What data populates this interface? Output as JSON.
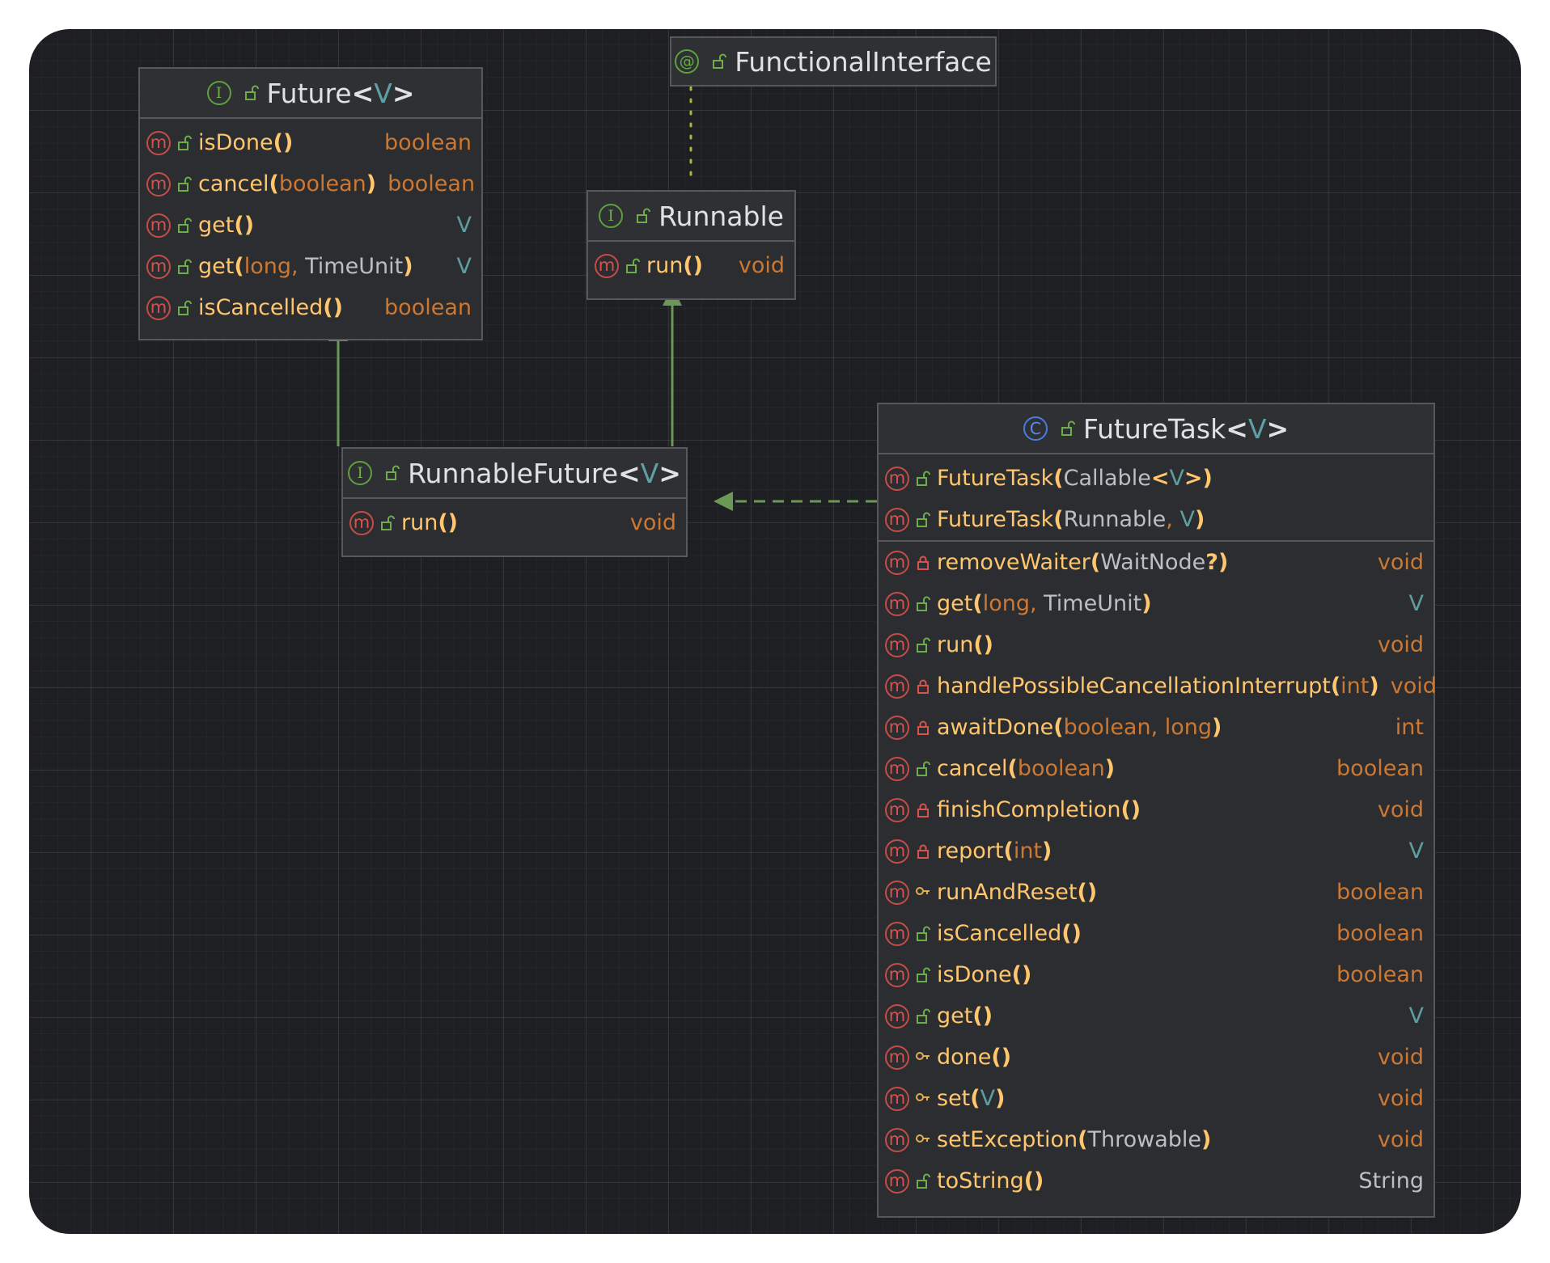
{
  "colors": {
    "background": "#1e1f22",
    "node_fill": "#2b2d30",
    "node_border": "#56585c",
    "method_name": "#ffc66d",
    "keyword": "#cc7832",
    "type_param": "#5f9ea0",
    "class_type": "#bcbec4",
    "edge": "#6a9955",
    "method_icon": "#c64c48"
  },
  "nodes": {
    "functional_interface": {
      "icon": "annotation-icon",
      "title": [
        {
          "t": "FunctionalInterface",
          "c": "plain"
        }
      ],
      "methods": []
    },
    "future": {
      "icon": "interface-icon",
      "title": [
        {
          "t": "Future",
          "c": "plain"
        },
        {
          "t": "<",
          "c": "ang"
        },
        {
          "t": "V",
          "c": "tp"
        },
        {
          "t": ">",
          "c": "ang"
        }
      ],
      "methods": [
        {
          "vis": "public",
          "name": "isDone",
          "params": [],
          "ret": "boolean",
          "ret_kind": "kw"
        },
        {
          "vis": "public",
          "name": "cancel",
          "params": [
            {
              "t": "boolean",
              "k": "kw"
            }
          ],
          "ret": "boolean",
          "ret_kind": "kw"
        },
        {
          "vis": "public",
          "name": "get",
          "params": [],
          "ret": "V",
          "ret_kind": "tp"
        },
        {
          "vis": "public",
          "name": "get",
          "params": [
            {
              "t": "long",
              "k": "kw"
            },
            {
              "t": ", ",
              "k": "punct"
            },
            {
              "t": "TimeUnit",
              "k": "cls"
            }
          ],
          "ret": "V",
          "ret_kind": "tp"
        },
        {
          "vis": "public",
          "name": "isCancelled",
          "params": [],
          "ret": "boolean",
          "ret_kind": "kw"
        }
      ]
    },
    "runnable": {
      "icon": "interface-icon",
      "title": [
        {
          "t": "Runnable",
          "c": "plain"
        }
      ],
      "methods": [
        {
          "vis": "public",
          "name": "run",
          "params": [],
          "ret": "void",
          "ret_kind": "kw"
        }
      ]
    },
    "runnable_future": {
      "icon": "interface-icon",
      "title": [
        {
          "t": "RunnableFuture",
          "c": "plain"
        },
        {
          "t": "<",
          "c": "ang"
        },
        {
          "t": "V",
          "c": "tp"
        },
        {
          "t": ">",
          "c": "ang"
        }
      ],
      "methods": [
        {
          "vis": "public",
          "name": "run",
          "params": [],
          "ret": "void",
          "ret_kind": "kw"
        }
      ]
    },
    "future_task": {
      "icon": "class-icon",
      "title": [
        {
          "t": "FutureTask",
          "c": "plain"
        },
        {
          "t": "<",
          "c": "ang"
        },
        {
          "t": "V",
          "c": "tp"
        },
        {
          "t": ">",
          "c": "ang"
        }
      ],
      "constructors": [
        {
          "vis": "public",
          "name": "FutureTask",
          "params": [
            {
              "t": "Callable",
              "k": "cls"
            },
            {
              "t": "<",
              "k": "ang"
            },
            {
              "t": "V",
              "k": "tp"
            },
            {
              "t": ">",
              "k": "ang"
            }
          ],
          "ret": "",
          "ret_kind": "kw"
        },
        {
          "vis": "public",
          "name": "FutureTask",
          "params": [
            {
              "t": "Runnable",
              "k": "cls"
            },
            {
              "t": ", ",
              "k": "punct"
            },
            {
              "t": "V",
              "k": "tp"
            }
          ],
          "ret": "",
          "ret_kind": "kw"
        }
      ],
      "methods": [
        {
          "vis": "private",
          "name": "removeWaiter",
          "params": [
            {
              "t": "WaitNode",
              "k": "cls"
            },
            {
              "t": "?",
              "k": "ang"
            }
          ],
          "ret": "void",
          "ret_kind": "kw"
        },
        {
          "vis": "public",
          "name": "get",
          "params": [
            {
              "t": "long",
              "k": "kw"
            },
            {
              "t": ", ",
              "k": "punct"
            },
            {
              "t": "TimeUnit",
              "k": "cls"
            }
          ],
          "ret": "V",
          "ret_kind": "tp"
        },
        {
          "vis": "public",
          "name": "run",
          "params": [],
          "ret": "void",
          "ret_kind": "kw"
        },
        {
          "vis": "private",
          "name": "handlePossibleCancellationInterrupt",
          "params": [
            {
              "t": "int",
              "k": "kw"
            }
          ],
          "ret": "void",
          "ret_kind": "kw"
        },
        {
          "vis": "private",
          "name": "awaitDone",
          "params": [
            {
              "t": "boolean",
              "k": "kw"
            },
            {
              "t": ", ",
              "k": "punct"
            },
            {
              "t": "long",
              "k": "kw"
            }
          ],
          "ret": "int",
          "ret_kind": "kw"
        },
        {
          "vis": "public",
          "name": "cancel",
          "params": [
            {
              "t": "boolean",
              "k": "kw"
            }
          ],
          "ret": "boolean",
          "ret_kind": "kw"
        },
        {
          "vis": "private",
          "name": "finishCompletion",
          "params": [],
          "ret": "void",
          "ret_kind": "kw"
        },
        {
          "vis": "private",
          "name": "report",
          "params": [
            {
              "t": "int",
              "k": "kw"
            }
          ],
          "ret": "V",
          "ret_kind": "tp"
        },
        {
          "vis": "protected",
          "name": "runAndReset",
          "params": [],
          "ret": "boolean",
          "ret_kind": "kw"
        },
        {
          "vis": "public",
          "name": "isCancelled",
          "params": [],
          "ret": "boolean",
          "ret_kind": "kw"
        },
        {
          "vis": "public",
          "name": "isDone",
          "params": [],
          "ret": "boolean",
          "ret_kind": "kw"
        },
        {
          "vis": "public",
          "name": "get",
          "params": [],
          "ret": "V",
          "ret_kind": "tp"
        },
        {
          "vis": "protected",
          "name": "done",
          "params": [],
          "ret": "void",
          "ret_kind": "kw"
        },
        {
          "vis": "protected",
          "name": "set",
          "params": [
            {
              "t": "V",
              "k": "tp"
            }
          ],
          "ret": "void",
          "ret_kind": "kw"
        },
        {
          "vis": "protected",
          "name": "setException",
          "params": [
            {
              "t": "Throwable",
              "k": "cls"
            }
          ],
          "ret": "void",
          "ret_kind": "kw"
        },
        {
          "vis": "public",
          "name": "toString",
          "params": [],
          "ret": "String",
          "ret_kind": "cls"
        }
      ]
    }
  },
  "edges": [
    {
      "from": "runnable_future",
      "to": "future",
      "kind": "extends"
    },
    {
      "from": "runnable_future",
      "to": "runnable",
      "kind": "extends"
    },
    {
      "from": "future_task",
      "to": "runnable_future",
      "kind": "implements"
    },
    {
      "from": "runnable",
      "to": "functional_interface",
      "kind": "annotated-by"
    }
  ]
}
